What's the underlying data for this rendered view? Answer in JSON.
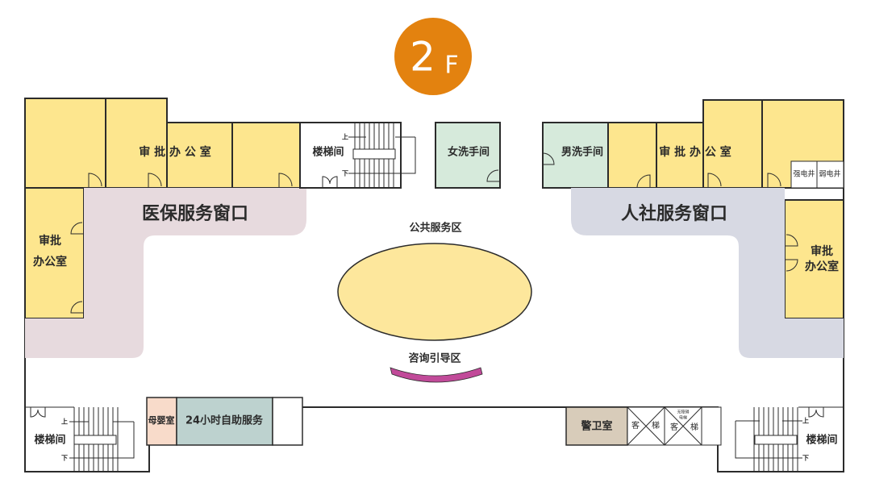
{
  "floor": {
    "number": "2",
    "suffix": "F"
  },
  "colors": {
    "badge": "#e3820f",
    "office": "#fde68e",
    "medical_zone": "#e7dade",
    "social_zone": "#d7d9e3",
    "restroom": "#d6eadb",
    "public_area": "#fde79c",
    "guide_arc": "#c14a99",
    "nursing": "#f8dbca",
    "self_service": "#bdd2cf",
    "guard": "#d8ccba"
  },
  "rooms": {
    "left_office": "审 批 办 公 室",
    "left_side_office_1": "审批",
    "left_side_office_2": "办公室",
    "medical_window": "医保服务窗口",
    "stair_top": "楼梯间",
    "women_restroom": "女洗手间",
    "men_restroom": "男洗手间",
    "right_office": "审 批 办 公 室",
    "strong_shaft": "强电井",
    "weak_shaft": "弱电井",
    "social_window": "人社服务窗口",
    "right_side_office_1": "审批",
    "right_side_office_2": "办公室",
    "public_area": "公共服务区",
    "guide_area": "咨询引导区",
    "stair_left": "楼梯间",
    "nursing_room": "母婴室",
    "self_service": "24小时自助服务",
    "guard_room": "警卫室",
    "elevator_1": [
      "客",
      "梯"
    ],
    "elevator_2": [
      "客",
      "梯"
    ],
    "accessible_elevator": [
      "无障碍",
      "电梯"
    ],
    "stair_right": "楼梯间"
  },
  "stairs": {
    "up": "上",
    "down": "下"
  }
}
